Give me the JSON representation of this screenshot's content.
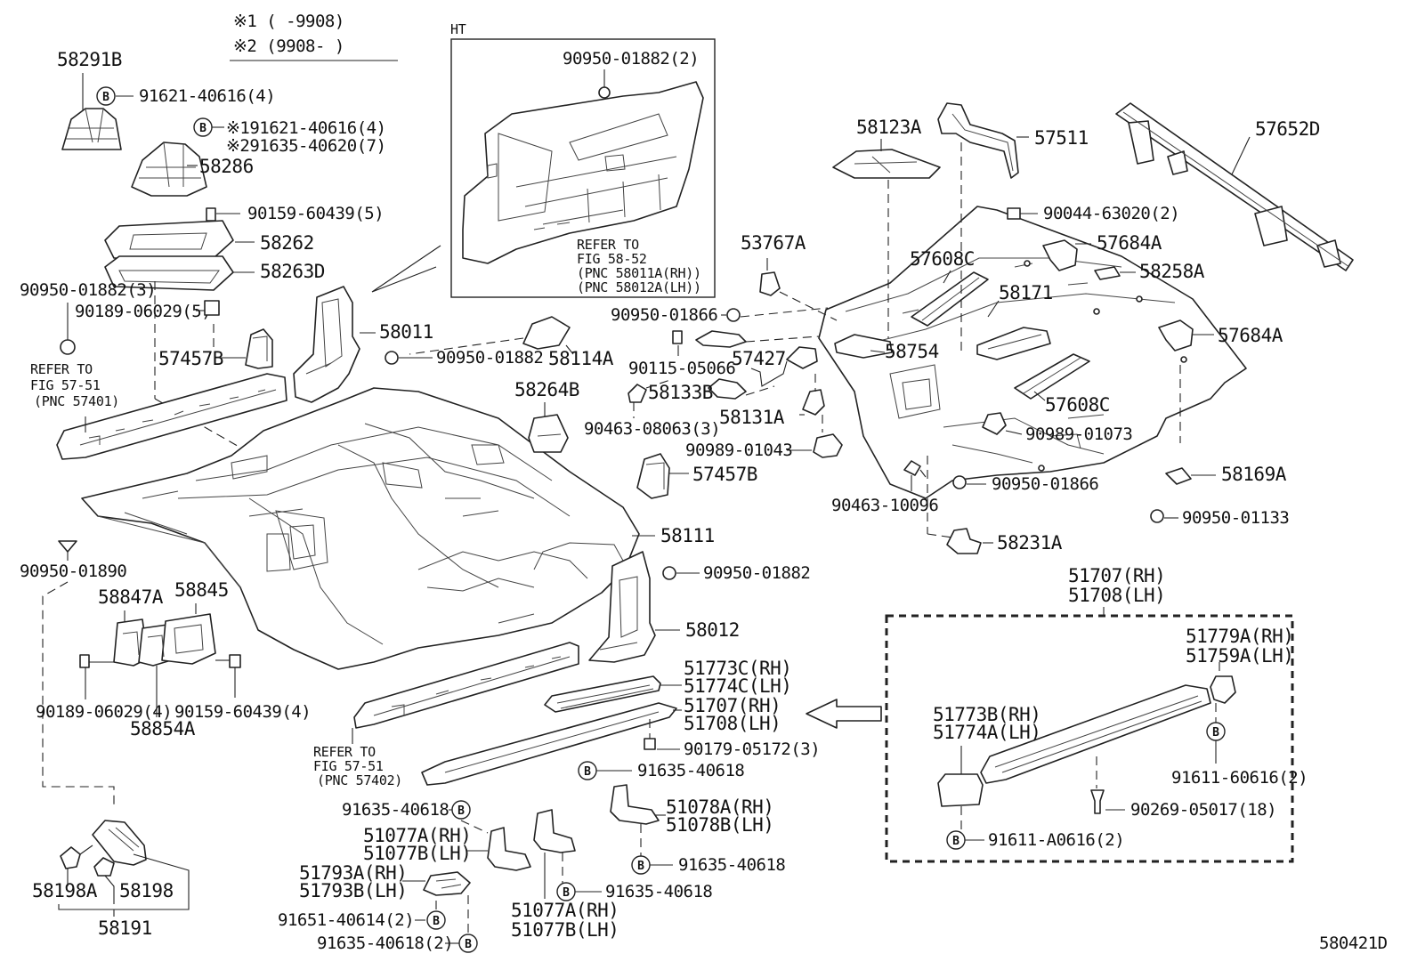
{
  "legend": {
    "note1": "※1 (    -9908)",
    "note2": "※2 (9908-    )"
  },
  "inset_ht": {
    "title": "HT",
    "part": "90950-01882(2)",
    "refer_line1": "REFER TO",
    "refer_line2": "FIG 58-52",
    "refer_line3": "(PNC 58011A(RH))",
    "refer_line4": "(PNC 58012A(LH))"
  },
  "bolt_badge": "B",
  "labels": {
    "p58291B": "58291B",
    "p91621_4": "91621-40616(4)",
    "p91621_n1": "※191621-40616(4)",
    "p91635_n2": "※291635-40620(7)",
    "p58286": "58286",
    "p90159_5": "90159-60439(5)",
    "p58262": "58262",
    "p58263D": "58263D",
    "p90950_3": "90950-01882(3)",
    "p90189_5": "90189-06029(5)",
    "p58011": "58011",
    "p57457B_a": "57457B",
    "refer57_1": "REFER TO",
    "refer57_2": "FIG 57-51",
    "refer57_3": "(PNC 57401)",
    "p90950_c": "90950-01882",
    "p58114A": "58114A",
    "p58264B": "58264B",
    "p57457B_b": "57457B",
    "p58111": "58111",
    "p90950_1890": "90950-01890",
    "p58847A": "58847A",
    "p58845": "58845",
    "p90950_d": "90950-01882",
    "p58012": "58012",
    "p90189_4": "90189-06029(4)",
    "p90159_4": "90159-60439(4)",
    "p58854A": "58854A",
    "p51773C": "51773C(RH)",
    "p51774C": "51774C(LH)",
    "p51707": "51707(RH)",
    "p51708": "51708(LH)",
    "refer57b_1": "REFER TO",
    "refer57b_2": "FIG 57-51",
    "refer57b_3": "(PNC 57402)",
    "p90179": "90179-05172(3)",
    "p91635_a": "91635-40618",
    "p51078A": "51078A(RH)",
    "p51078B": "51078B(LH)",
    "p91635_b": "91635-40618",
    "p51077A_a": "51077A(RH)",
    "p51077B_a": "51077B(LH)",
    "p91635_c": "91635-40618",
    "p51793A": "51793A(RH)",
    "p51793B": "51793B(LH)",
    "p91635_d": "91635-40618",
    "p91651": "91651-40614(2)",
    "p91635_2": "91635-40618(2)",
    "p51077A_b": "51077A(RH)",
    "p51077B_b": "51077B(LH)",
    "p58198A": "58198A",
    "p58198": "58198",
    "p58191": "58191",
    "p58123A": "58123A",
    "p57511": "57511",
    "p57652D": "57652D",
    "p90044": "90044-63020(2)",
    "p53767A": "53767A",
    "p57684A_a": "57684A",
    "p57608C_a": "57608C",
    "p58258A": "58258A",
    "p90950_1866a": "90950-01866",
    "p58171": "58171",
    "p57684A_b": "57684A",
    "p90115": "90115-05066",
    "p57427": "57427",
    "p58754": "58754",
    "p58133B": "58133B",
    "p57608C_b": "57608C",
    "p90463_3": "90463-08063(3)",
    "p58131A": "58131A",
    "p90989_1073": "90989-01073",
    "p90989_1043": "90989-01043",
    "p58169A": "58169A",
    "p90950_1866b": "90950-01866",
    "p90463_10096": "90463-10096",
    "p90950_1133": "90950-01133",
    "p58231A": "58231A",
    "p51707_h": "51707(RH)",
    "p51708_h": "51708(LH)",
    "p51779A": "51779A(RH)",
    "p51759A": "51759A(LH)",
    "p51773B": "51773B(RH)",
    "p51774A": "51774A(LH)",
    "p91611_6": "91611-60616(2)",
    "p90269": "90269-05017(18)",
    "p91611_a": "91611-A0616(2)",
    "figure_code": "580421D"
  }
}
